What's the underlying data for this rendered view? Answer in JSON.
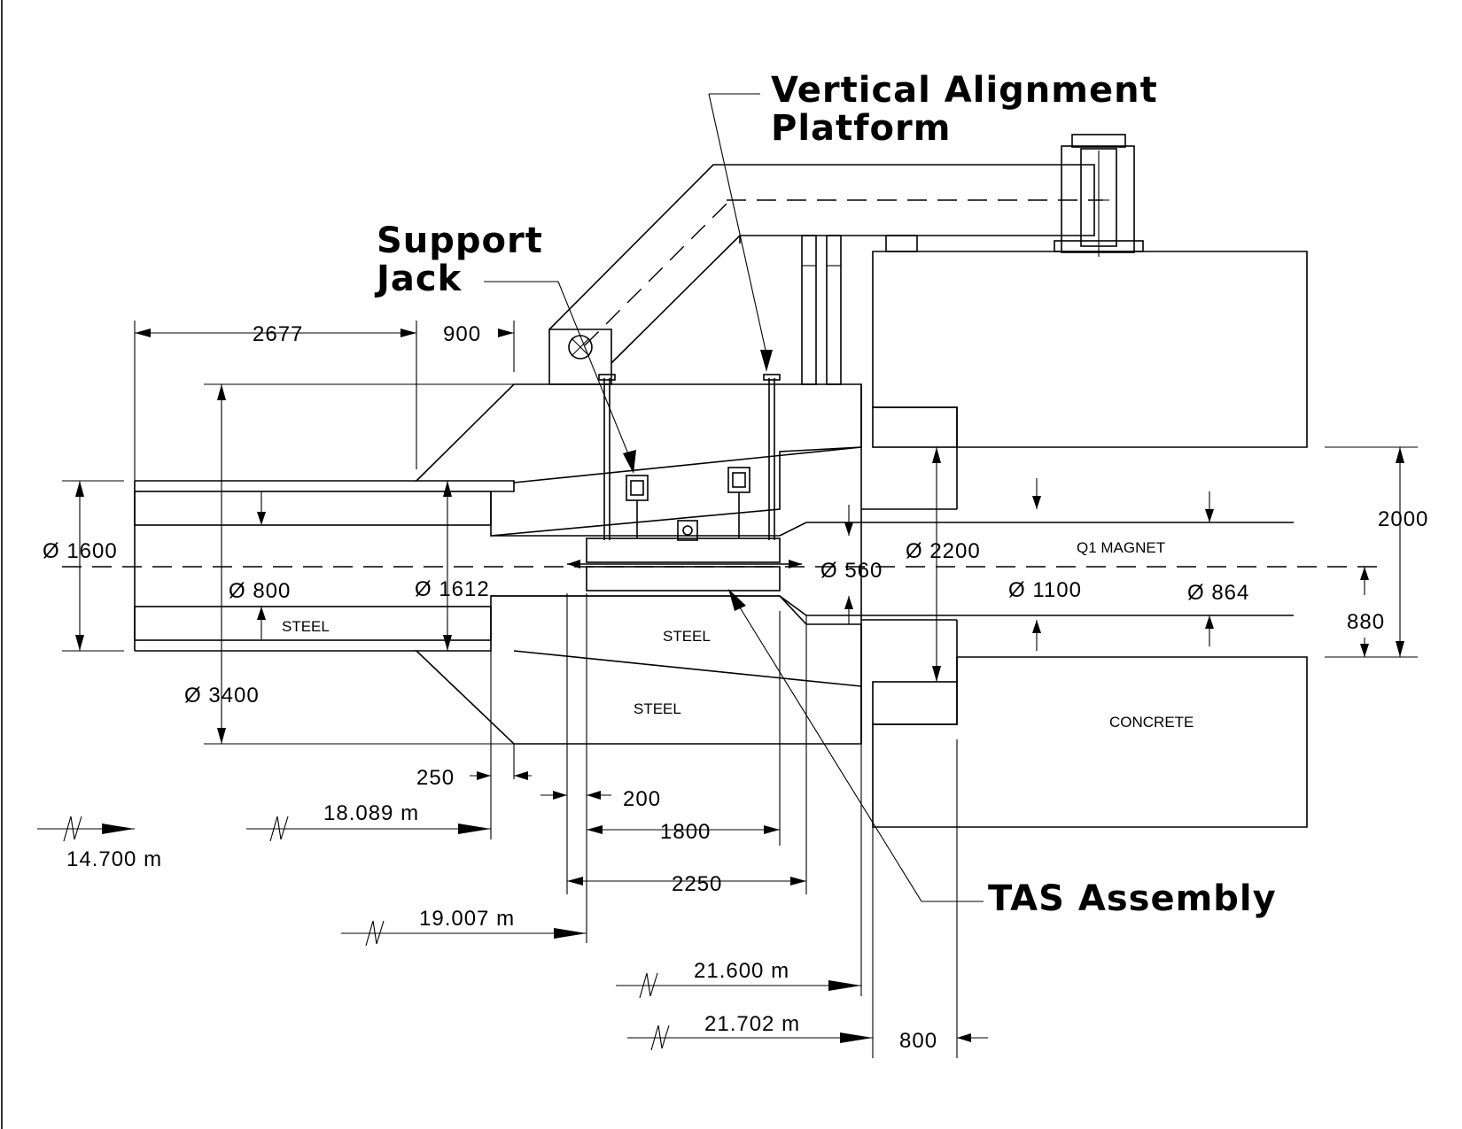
{
  "labels": {
    "vertical_alignment_line1": "Vertical  Alignment",
    "vertical_alignment_line2": "Platform",
    "support_jack_line1": "Support",
    "support_jack_line2": "Jack",
    "tas_assembly": "TAS  Assembly"
  },
  "materials": {
    "steel_1": "STEEL",
    "steel_2": "STEEL",
    "steel_3": "STEEL",
    "concrete": "CONCRETE",
    "q1_magnet": "Q1 MAGNET"
  },
  "dimensions": {
    "d2677": "2677",
    "d900": "900",
    "dia1600": "Ø 1600",
    "dia800": "Ø 800",
    "dia1612": "Ø 1612",
    "dia3400": "Ø 3400",
    "dia560": "Ø 560",
    "dia2200": "Ø 2200",
    "dia1100": "Ø 1100",
    "dia864": "Ø 864",
    "d2000": "2000",
    "d880": "880",
    "d250": "250",
    "d200": "200",
    "d1800": "1800",
    "d2250": "2250",
    "d800": "800",
    "pos14700": "14.700  m",
    "pos18089": "18.089  m",
    "pos19007": "19.007  m",
    "pos21600": "21.600  m",
    "pos21702": "21.702  m"
  },
  "colors": {
    "line": "#000000",
    "background": "#ffffff"
  }
}
